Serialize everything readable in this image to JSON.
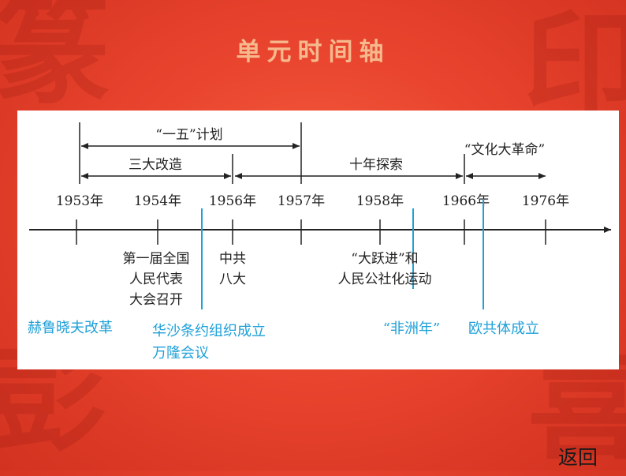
{
  "slide": {
    "title": "单元时间轴",
    "back_label": "返回"
  },
  "timeline": {
    "periods": {
      "five_year_plan": "“一五”计划",
      "three_transformations": "三大改造",
      "ten_year_exploration": "十年探索",
      "cultural_revolution": "“文化大革命”"
    },
    "years": [
      "1953年",
      "1954年",
      "1956年",
      "1957年",
      "1958年",
      "1966年",
      "1976年"
    ],
    "china_events": {
      "npc_1954": [
        "第一届全国",
        "人民代表",
        "大会召开"
      ],
      "cpc_8th": [
        "中共",
        "八大"
      ],
      "great_leap": [
        "“大跃进”和",
        "人民公社化运动"
      ]
    },
    "world_events": {
      "khrushchev": "赫鲁晓夫改革",
      "warsaw_bandung": [
        "华沙条约组织成立",
        "万隆会议"
      ],
      "africa_year": "“非洲年”",
      "ec": "欧共体成立"
    }
  },
  "colors": {
    "world_event": "#1ea0d8",
    "title": "#f6b98e"
  }
}
